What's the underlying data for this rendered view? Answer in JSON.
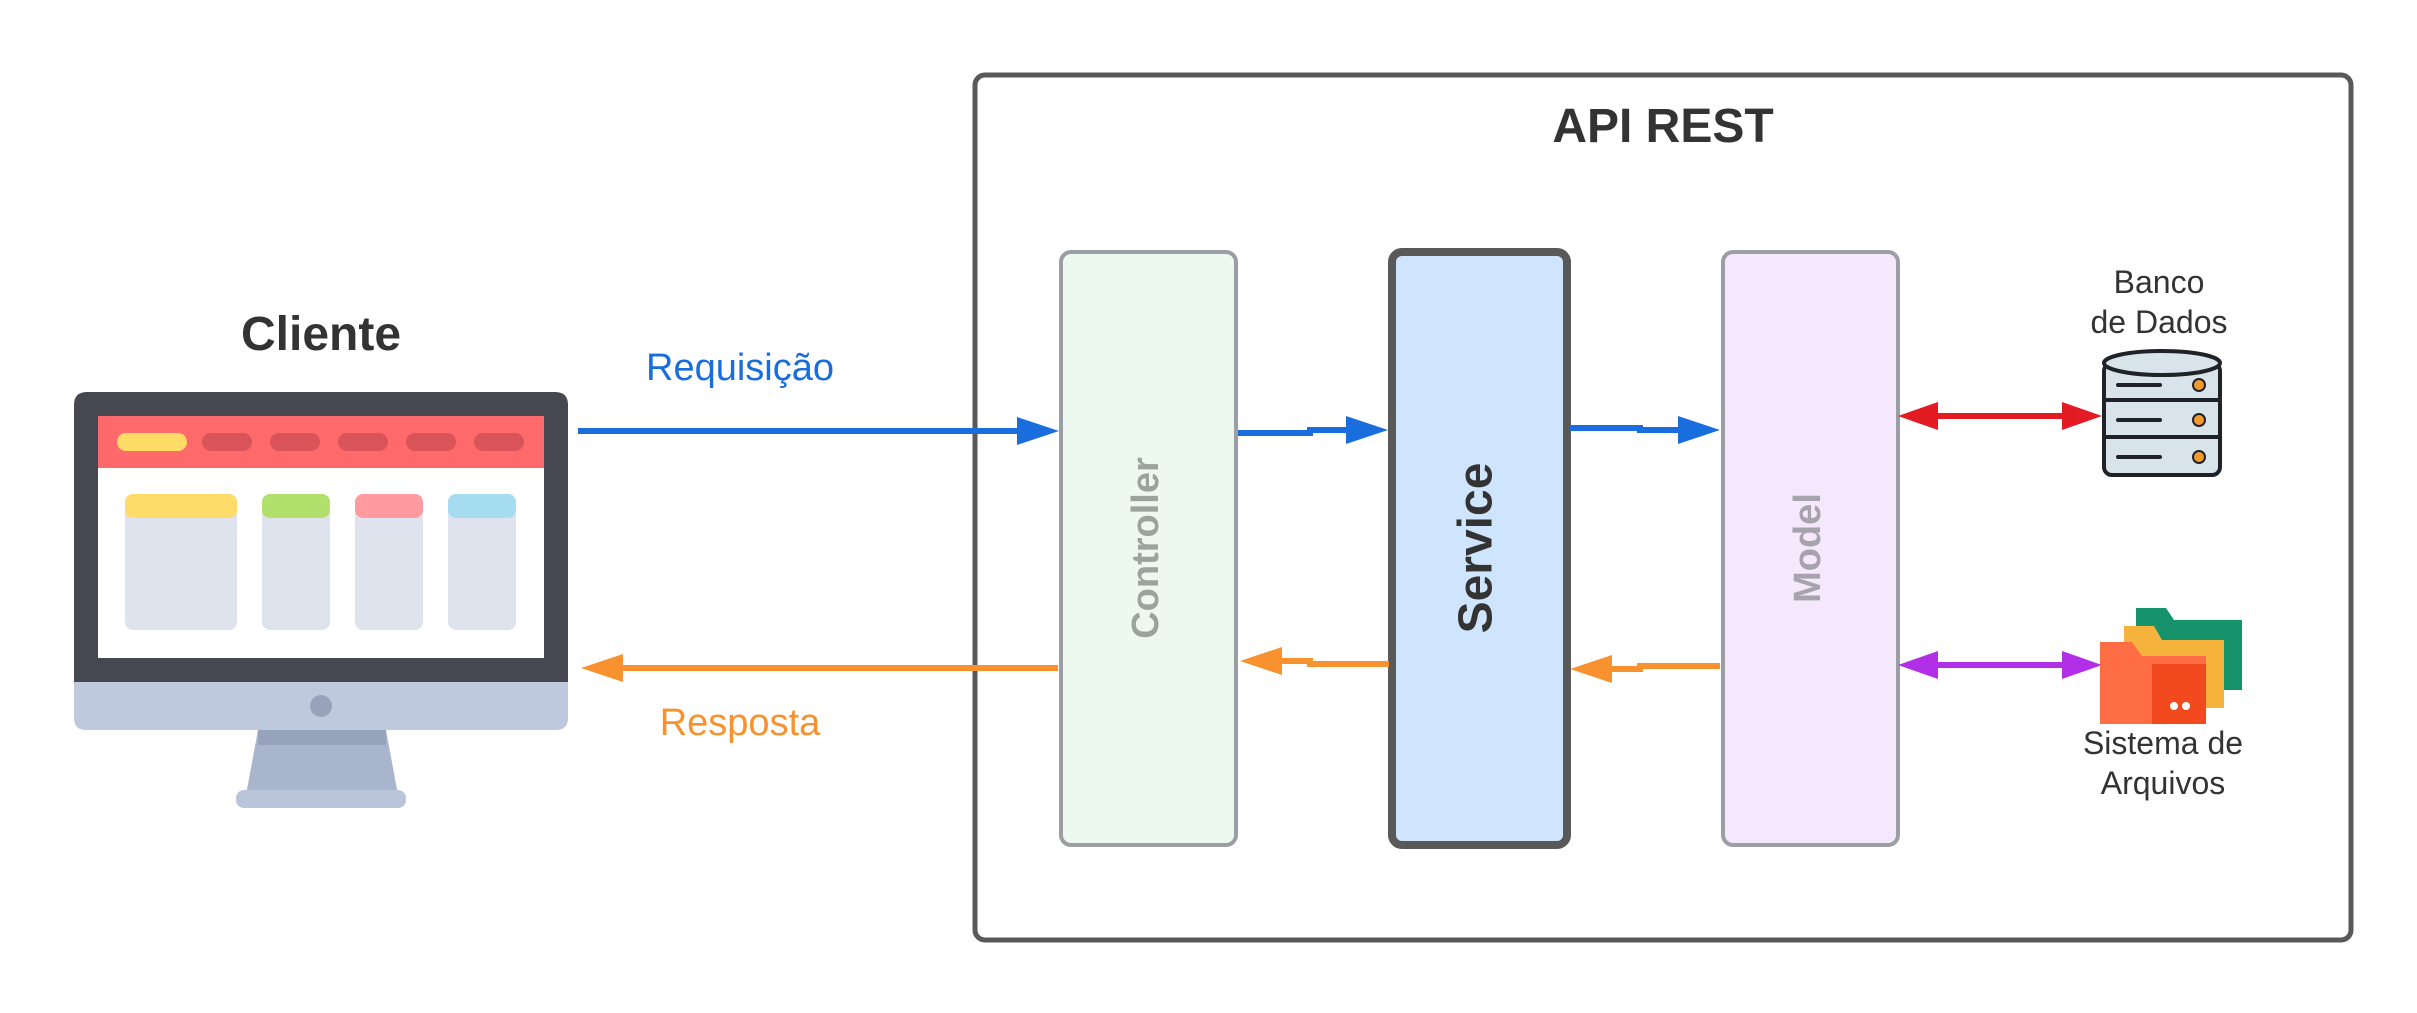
{
  "client": {
    "title": "Cliente"
  },
  "api": {
    "title": "API REST"
  },
  "layers": {
    "controller": {
      "label": "Controller"
    },
    "service": {
      "label": "Service"
    },
    "model": {
      "label": "Model"
    }
  },
  "flows": {
    "request": {
      "label": "Requisição",
      "color": "#1a6ddc"
    },
    "response": {
      "label": "Resposta",
      "color": "#f7922e"
    }
  },
  "resources": {
    "database": {
      "line1": "Banco",
      "line2": "de Dados",
      "link_color": "#e31b23"
    },
    "filesystem": {
      "line1": "Sistema de",
      "line2": "Arquivos",
      "link_color": "#b12fe6"
    }
  },
  "icons": {
    "client": "monitor-icon",
    "database": "database-icon",
    "filesystem": "folders-icon"
  },
  "colors": {
    "controller_fill": "#edf9ee",
    "service_fill": "#cfe4fd",
    "model_fill": "#f5e8fc"
  }
}
